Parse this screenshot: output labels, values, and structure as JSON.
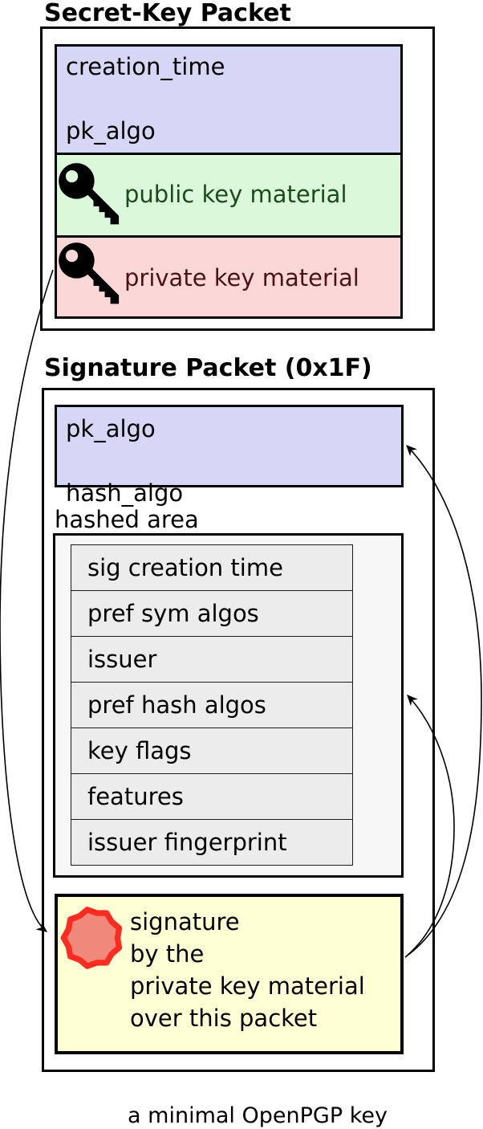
{
  "secret_key_packet": {
    "title": "Secret-Key Packet",
    "header_fields": [
      "creation_time",
      "pk_algo",
      "..."
    ],
    "public_key_label": "public key material",
    "private_key_label": "private key material",
    "public_key_icon": "key-icon",
    "private_key_icon": "key-icon"
  },
  "signature_packet": {
    "title": "Signature Packet (0x1F)",
    "header_fields": [
      "pk_algo",
      "hash_algo"
    ],
    "hashed_area": {
      "label": "hashed area",
      "subpackets": [
        "sig creation time",
        "pref sym algos",
        "issuer",
        "pref hash algos",
        "key flags",
        "features",
        "issuer fingerprint"
      ]
    },
    "signature_box": {
      "icon": "wax-seal-icon",
      "lines": [
        "signature",
        "by the",
        "private key material",
        "over this packet"
      ]
    }
  },
  "caption": "a minimal OpenPGP key",
  "colors": {
    "header_fill": "#d6d6f6",
    "public_key_fill": "#dbf8db",
    "private_key_fill": "#fbd7d7",
    "public_key_text": "#1d4a1d",
    "private_key_text": "#4a1414",
    "hashed_area_fill": "#f7f7f7",
    "subpacket_fill": "#ececec",
    "signature_fill": "#ffffd6",
    "seal_fill": "#f0897b",
    "seal_stroke": "#fb2d22",
    "line_color": "#000000"
  }
}
